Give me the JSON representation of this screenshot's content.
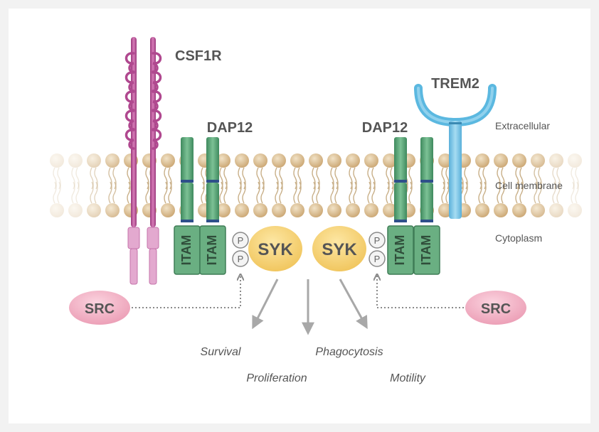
{
  "labels": {
    "csf1r": "CSF1R",
    "trem2": "TREM2",
    "dap12_left": "DAP12",
    "dap12_right": "DAP12",
    "extracellular": "Extracellular",
    "cell_membrane": "Cell membrane",
    "cytoplasm": "Cytoplasm",
    "itam": "ITAM",
    "syk": "SYK",
    "src": "SRC",
    "phospho": "P"
  },
  "outcomes": {
    "survival": "Survival",
    "phagocytosis": "Phagocytosis",
    "proliferation": "Proliferation",
    "motility": "Motility"
  },
  "colors": {
    "csf1r": "#b0488f",
    "csf1r_light": "#e0a8cf",
    "dap12": "#5fa57a",
    "dap12_dark": "#3f7d56",
    "trem2": "#5bb8e0",
    "syk": "#f5cf6e",
    "src": "#f0a8be",
    "lipid_head": "#d9b98a",
    "arrow": "#a8a8a8",
    "text": "#555555"
  }
}
